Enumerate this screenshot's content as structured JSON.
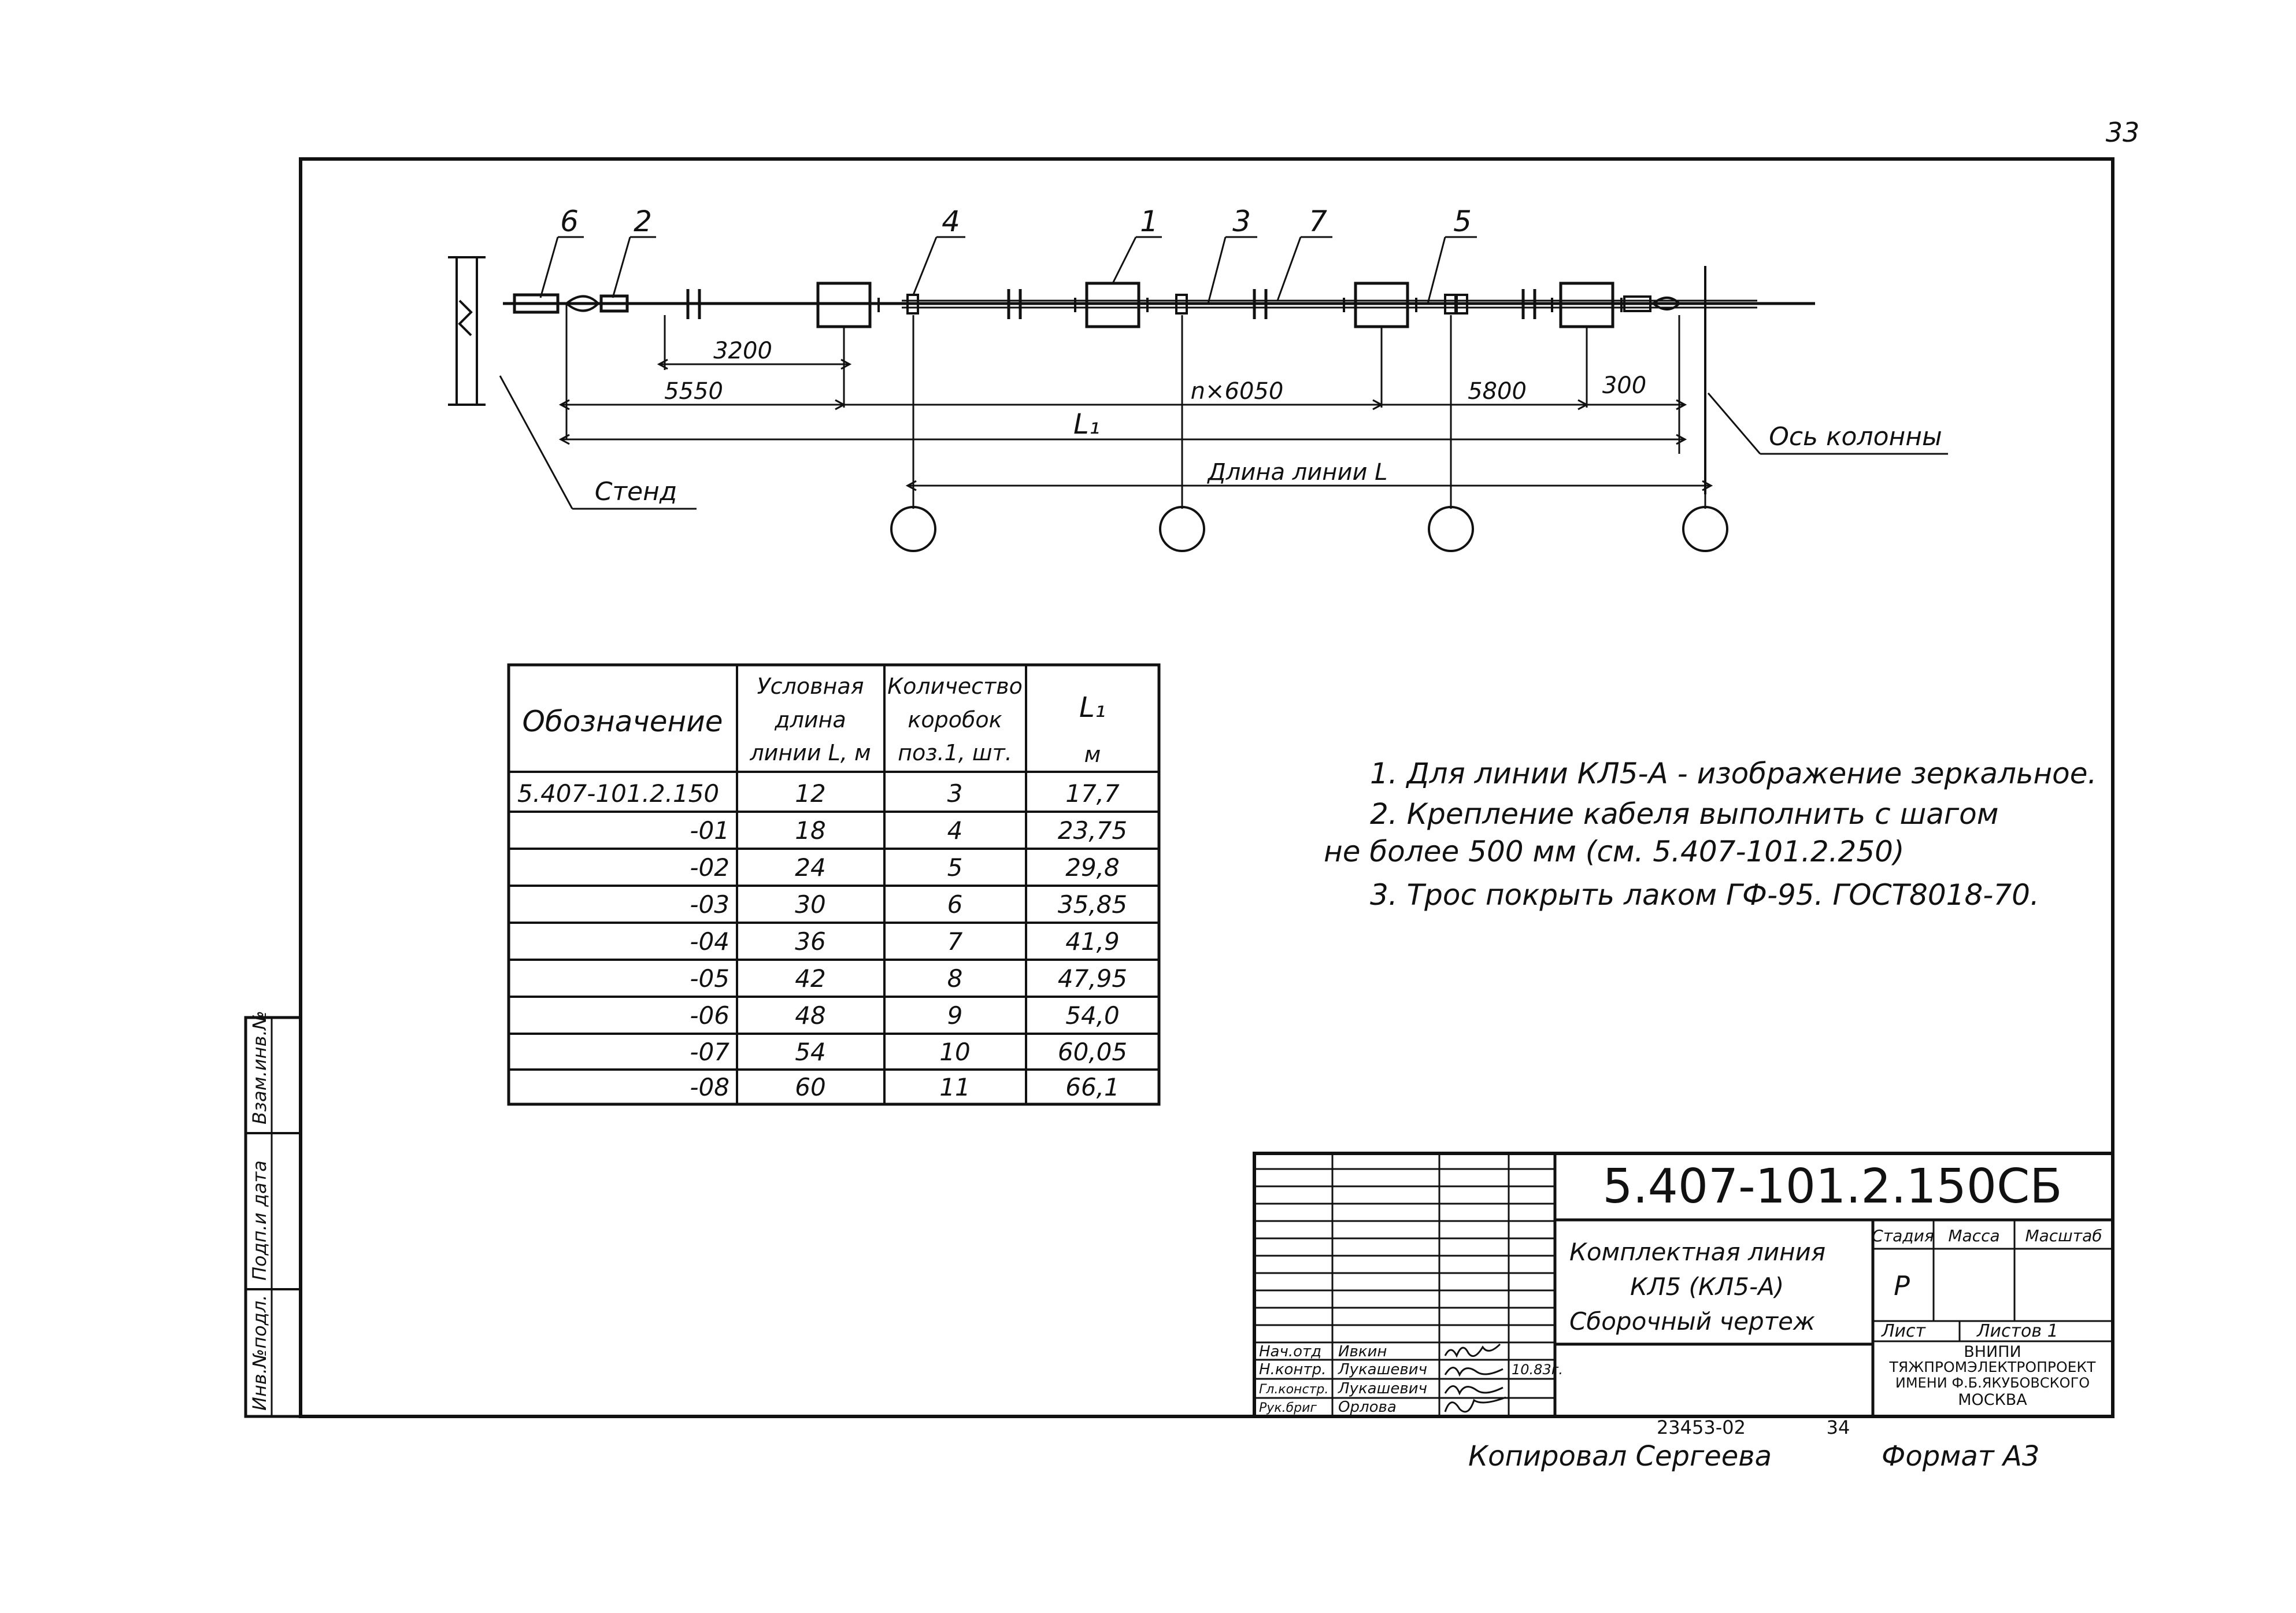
{
  "page_number": "33",
  "callouts": [
    "6",
    "2",
    "4",
    "1",
    "3",
    "7",
    "5"
  ],
  "dimensions": {
    "d3200": "3200",
    "d5550": "5550",
    "d_n6050": "n×6050",
    "d5800": "5800",
    "d300": "300",
    "l1": "L₁",
    "line_length": "Длина линии L"
  },
  "labels": {
    "stand": "Стенд",
    "column_axis": "Ось колонны"
  },
  "table": {
    "headers": {
      "designation": "Обозначение",
      "nominal_length": [
        "Условная",
        "длина",
        "линии L, м"
      ],
      "box_count": [
        "Количество",
        "коробок",
        "поз.1, шт."
      ],
      "l1": [
        "L₁",
        "м"
      ]
    },
    "rows": [
      [
        "5.407-101.2.150",
        "12",
        "3",
        "17,7"
      ],
      [
        "-01",
        "18",
        "4",
        "23,75"
      ],
      [
        "-02",
        "24",
        "5",
        "29,8"
      ],
      [
        "-03",
        "30",
        "6",
        "35,85"
      ],
      [
        "-04",
        "36",
        "7",
        "41,9"
      ],
      [
        "-05",
        "42",
        "8",
        "47,95"
      ],
      [
        "-06",
        "48",
        "9",
        "54,0"
      ],
      [
        "-07",
        "54",
        "10",
        "60,05"
      ],
      [
        "-08",
        "60",
        "11",
        "66,1"
      ]
    ]
  },
  "notes": [
    "1. Для линии КЛ5-А - изображение зеркальное.",
    "2. Крепление кабеля выполнить с шагом",
    "не более 500 мм (см. 5.407-101.2.250)",
    "3. Трос покрыть лаком ГФ-95. ГОСТ8018-70."
  ],
  "side_stamp": [
    "Инв.№подл.",
    "Подп.и дата",
    "Взам.инв.№"
  ],
  "title_block": {
    "doc_code": "5.407-101.2.150СБ",
    "title_lines": [
      "Комплектная линия",
      "КЛ5 (КЛ5-А)",
      "Сборочный чертеж"
    ],
    "col_stage": "Стадия",
    "col_mass": "Масса",
    "col_scale": "Масштаб",
    "stage_value": "Р",
    "sheet_label": "Лист",
    "sheets_label": "Листов 1",
    "org_lines": [
      "ВНИПИ",
      "ТЯЖПРОМЭЛЕКТРОПРОЕКТ",
      "ИМЕНИ Ф.Б.ЯКУБОВСКОГО",
      "МОСКВА"
    ],
    "staff": [
      {
        "role": "Нач.отд",
        "name": "Ивкин"
      },
      {
        "role": "Н.контр.",
        "name": "Лукашевич"
      },
      {
        "role": "Гл.констр.",
        "name": "Лукашевич"
      },
      {
        "role": "Рук.бриг",
        "name": "Орлова"
      }
    ],
    "date_stamp": "10.83г."
  },
  "footer": {
    "order_number": "23453-02",
    "sheet_34": "34",
    "copied_by": "Копировал Сергеева",
    "format": "Формат А3"
  }
}
